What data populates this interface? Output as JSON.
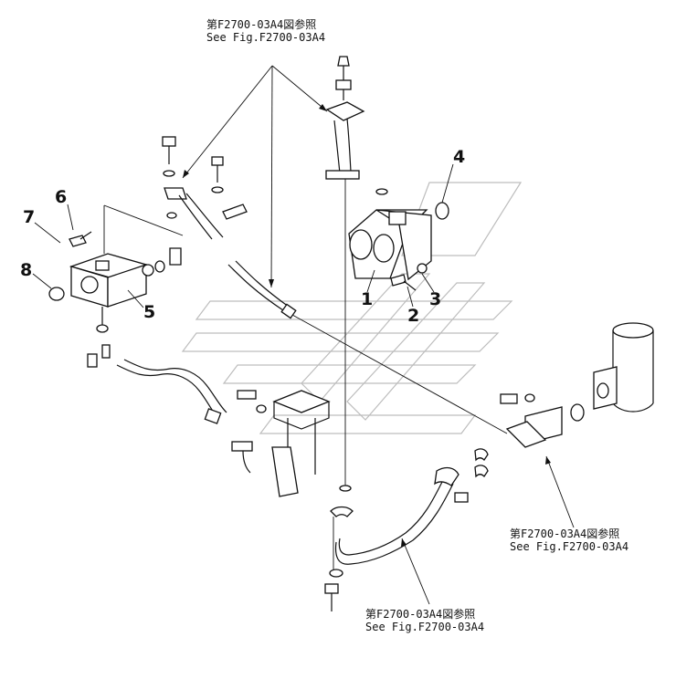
{
  "references": {
    "top": {
      "jp": "第F2700-03A4図参照",
      "en": "See Fig.F2700-03A4"
    },
    "right": {
      "jp": "第F2700-03A4図参照",
      "en": "See Fig.F2700-03A4"
    },
    "bottom": {
      "jp": "第F2700-03A4図参照",
      "en": "See Fig.F2700-03A4"
    }
  },
  "callouts": [
    "1",
    "2",
    "3",
    "4",
    "5",
    "6",
    "7",
    "8"
  ]
}
